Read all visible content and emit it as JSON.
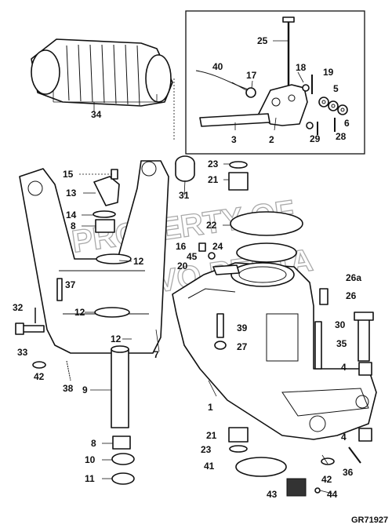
{
  "diagram": {
    "reference_code": "GR71927",
    "watermark": [
      "PROPERTY OF",
      "VOLVO PENTA"
    ],
    "callouts": [
      "1",
      "2",
      "3",
      "4",
      "4",
      "5",
      "6",
      "7",
      "8",
      "8",
      "9",
      "10",
      "11",
      "12",
      "12",
      "12",
      "13",
      "14",
      "15",
      "16",
      "17",
      "18",
      "19",
      "20",
      "21",
      "21",
      "22",
      "23",
      "23",
      "24",
      "25",
      "26",
      "26a",
      "27",
      "28",
      "29",
      "30",
      "31",
      "32",
      "33",
      "34",
      "35",
      "36",
      "37",
      "38",
      "39",
      "40",
      "41",
      "42",
      "42",
      "43",
      "44",
      "45"
    ]
  }
}
